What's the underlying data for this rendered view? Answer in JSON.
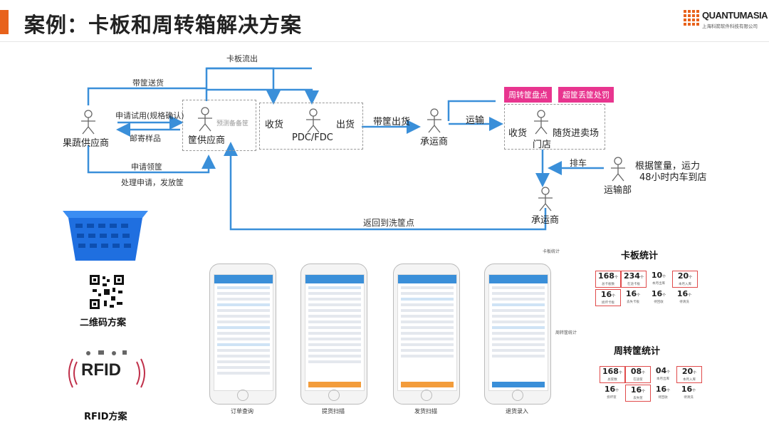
{
  "slide": {
    "title": "案例：卡板和周转箱解决方案"
  },
  "logo": {
    "name": "QUANTUMASIA",
    "subtitle": "上海科箭软件科技有限公司"
  },
  "flow": {
    "actors": {
      "fruit_supplier": "果蔬供应商",
      "crate_supplier": "筐供应商",
      "carrier1": "承运商",
      "carrier2": "承运商",
      "transport_dept": "运输部"
    },
    "labels": {
      "pallet_out": "卡板流出",
      "crate_delivery": "带筐送货",
      "apply_trial": "申请试用(规格确认)",
      "mail_sample": "邮寄样品",
      "apply_crate": "申请领筐",
      "process_apply": "处理申请，发放筐",
      "stock_prep": "预测备备筐",
      "receive1": "收货",
      "pdc": "PDC/FDC",
      "ship_out": "出货",
      "crate_ship": "带筐出货",
      "transport": "运输",
      "receive2": "收货",
      "store_in": "随货进卖场",
      "store": "门店",
      "dispatch": "排车",
      "dispatch_note_1": "根据筐量，运力",
      "dispatch_note_2": "48小时内车到店",
      "return_wash": "返回到洗筐点"
    },
    "tags": {
      "crate_count": "周转筐盘点",
      "overdue": "超筐丢筐处罚"
    }
  },
  "solutions": {
    "qr": "二维码方案",
    "rfid_logo": "RFID",
    "rfid": "RFID方案"
  },
  "phones": [
    {
      "caption": "订单查询"
    },
    {
      "caption": "提货扫描"
    },
    {
      "caption": "发货扫描"
    },
    {
      "caption": "退货录入"
    }
  ],
  "small_labels": {
    "pallet_stats_tag": "卡板统计",
    "crate_stats_tag": "周转筐统计"
  },
  "pallet_stats": {
    "title": "卡板统计",
    "row1": [
      {
        "num": "168",
        "unit": "个",
        "cap": "总卡板数",
        "red": true
      },
      {
        "num": "234",
        "unit": "个",
        "cap": "在途卡板",
        "red": true
      },
      {
        "num": "10",
        "unit": "个",
        "cap": "本月出库",
        "red": false
      },
      {
        "num": "20",
        "unit": "个",
        "cap": "本月入库",
        "red": true
      }
    ],
    "row2": [
      {
        "num": "16",
        "unit": "个",
        "cap": "损坏卡板",
        "red": true
      },
      {
        "num": "16",
        "unit": "个",
        "cap": "丢失卡板",
        "red": false
      },
      {
        "num": "16",
        "unit": "个",
        "cap": "待回收",
        "red": false
      },
      {
        "num": "16",
        "unit": "个",
        "cap": "待清洗",
        "red": false
      }
    ]
  },
  "crate_stats": {
    "title": "周转筐统计",
    "row1": [
      {
        "num": "168",
        "unit": "个",
        "cap": "总筐数",
        "red": true
      },
      {
        "num": "08",
        "unit": "个",
        "cap": "在途筐",
        "red": true
      },
      {
        "num": "04",
        "unit": "个",
        "cap": "本月出库",
        "red": false
      },
      {
        "num": "20",
        "unit": "个",
        "cap": "本月入库",
        "red": true
      }
    ],
    "row2": [
      {
        "num": "16",
        "unit": "个",
        "cap": "损坏筐",
        "red": false
      },
      {
        "num": "16",
        "unit": "个",
        "cap": "丢失筐",
        "red": true
      },
      {
        "num": "16",
        "unit": "个",
        "cap": "待回收",
        "red": false
      },
      {
        "num": "16",
        "unit": "个",
        "cap": "待清洗",
        "red": false
      }
    ]
  },
  "colors": {
    "accent": "#e8621b",
    "arrow": "#3a8fd9",
    "tag": "#e8358f",
    "stat_border": "#e04b4b"
  }
}
